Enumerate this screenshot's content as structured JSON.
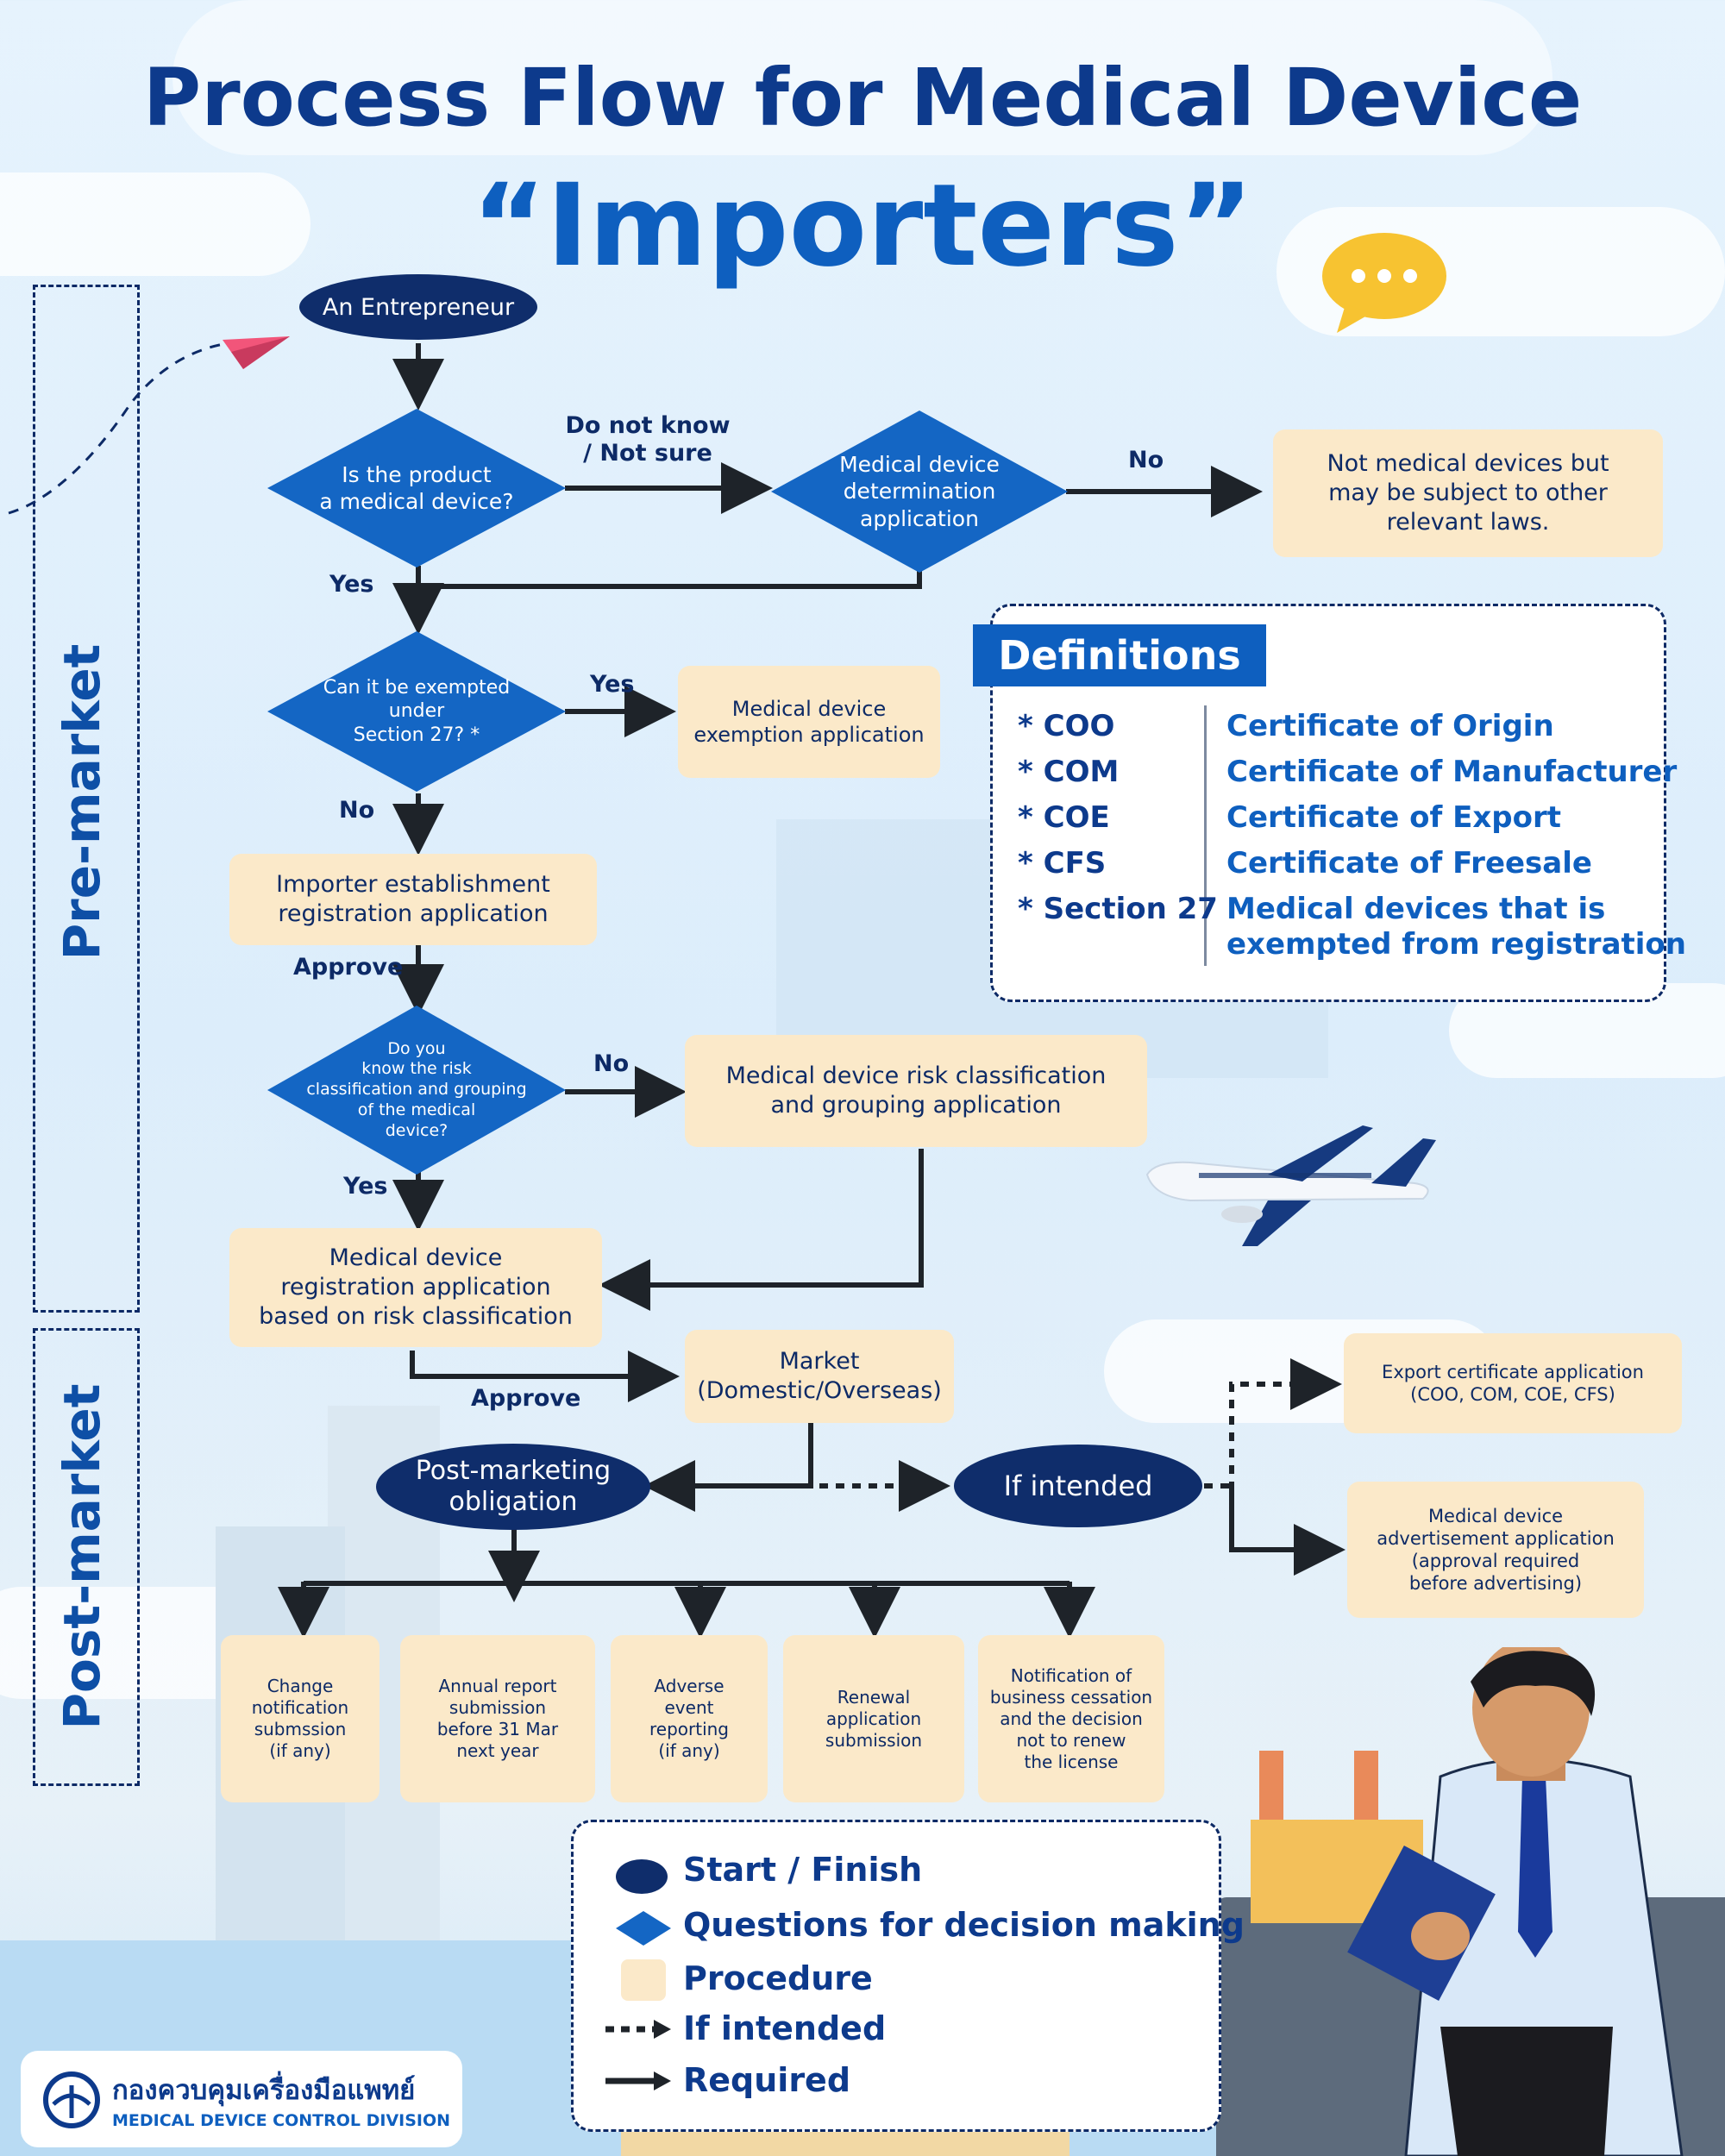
{
  "title": {
    "line1": "Process Flow for Medical Device",
    "line2": "“Importers”"
  },
  "phases": {
    "pre": "Pre-market",
    "post": "Post-market"
  },
  "nodes": {
    "entrepreneur": "An Entrepreneur",
    "is_medical_device": "Is the product\na medical device?",
    "determination_app": "Medical device\ndetermination\napplication",
    "not_medical": "Not medical devices but\nmay be subject to other\nrelevant laws.",
    "exempted_question": "Can it be exempted\nunder\nSection 27? *",
    "exemption_app": "Medical device\nexemption application",
    "establishment_app": "Importer establishment\nregistration application",
    "risk_question": "Do you\nknow the risk\nclassification and grouping\nof the medical\ndevice?",
    "risk_app": "Medical device risk classification\nand grouping application",
    "registration_app": "Medical device\nregistration application\nbased on risk classification",
    "market": "Market\n(Domestic/Overseas)",
    "post_obligation": "Post-marketing\nobligation",
    "if_intended": "If intended",
    "export_cert": "Export certificate application\n(COO, COM, COE, CFS)",
    "advert_app": "Medical device\nadvertisement application\n(approval required\nbefore advertising)",
    "change_notification": "Change\nnotification\nsubmssion\n(if any)",
    "annual_report": "Annual report\nsubmission\nbefore 31 Mar\nnext year",
    "adverse_event": "Adverse\nevent\nreporting\n(if any)",
    "renewal": "Renewal\napplication\nsubmission",
    "cessation": "Notification of\nbusiness cessation\nand the decision\nnot to renew\nthe license"
  },
  "edge_labels": {
    "not_sure": "Do not know\n/ Not sure",
    "no1": "No",
    "yes1": "Yes",
    "yes2": "Yes",
    "no2": "No",
    "approve1": "Approve",
    "no3": "No",
    "yes3": "Yes",
    "approve2": "Approve"
  },
  "definitions": {
    "heading": "Definitions",
    "items": [
      {
        "abbr": "* COO",
        "meaning": "Certificate of Origin"
      },
      {
        "abbr": "* COM",
        "meaning": "Certificate of Manufacturer"
      },
      {
        "abbr": "* COE",
        "meaning": "Certificate of Export"
      },
      {
        "abbr": "* CFS",
        "meaning": "Certificate of Freesale"
      },
      {
        "abbr": "* Section 27",
        "meaning": "Medical devices that is\nexempted from registration"
      }
    ]
  },
  "legend": {
    "start_finish": "Start / Finish",
    "decision": "Questions for decision making",
    "procedure": "Procedure",
    "if_intended": "If intended",
    "required": "Required"
  },
  "logo": {
    "thai": "กองควบคุมเครื่องมือแพทย์",
    "english": "MEDICAL DEVICE CONTROL DIVISION"
  },
  "colors": {
    "navy": "#0f2d6b",
    "blue": "#0e5fbf",
    "procedure": "#fbe9c9",
    "diamond": "#1466c4",
    "speech_bubble": "#f7c331"
  }
}
